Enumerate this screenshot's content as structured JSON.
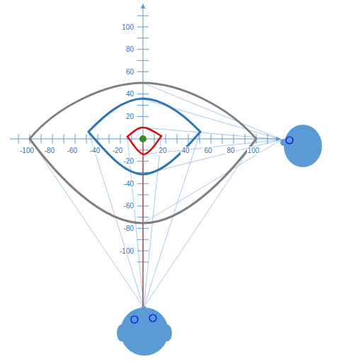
{
  "diagram": {
    "labels": [
      "100",
      "80",
      "60",
      "40",
      "20",
      "-20",
      "-40",
      "-60",
      "-80",
      "-100",
      "-100",
      "-80",
      "-60",
      "-40",
      "-20",
      "20",
      "40",
      "60",
      "80",
      "100"
    ]
  }
}
